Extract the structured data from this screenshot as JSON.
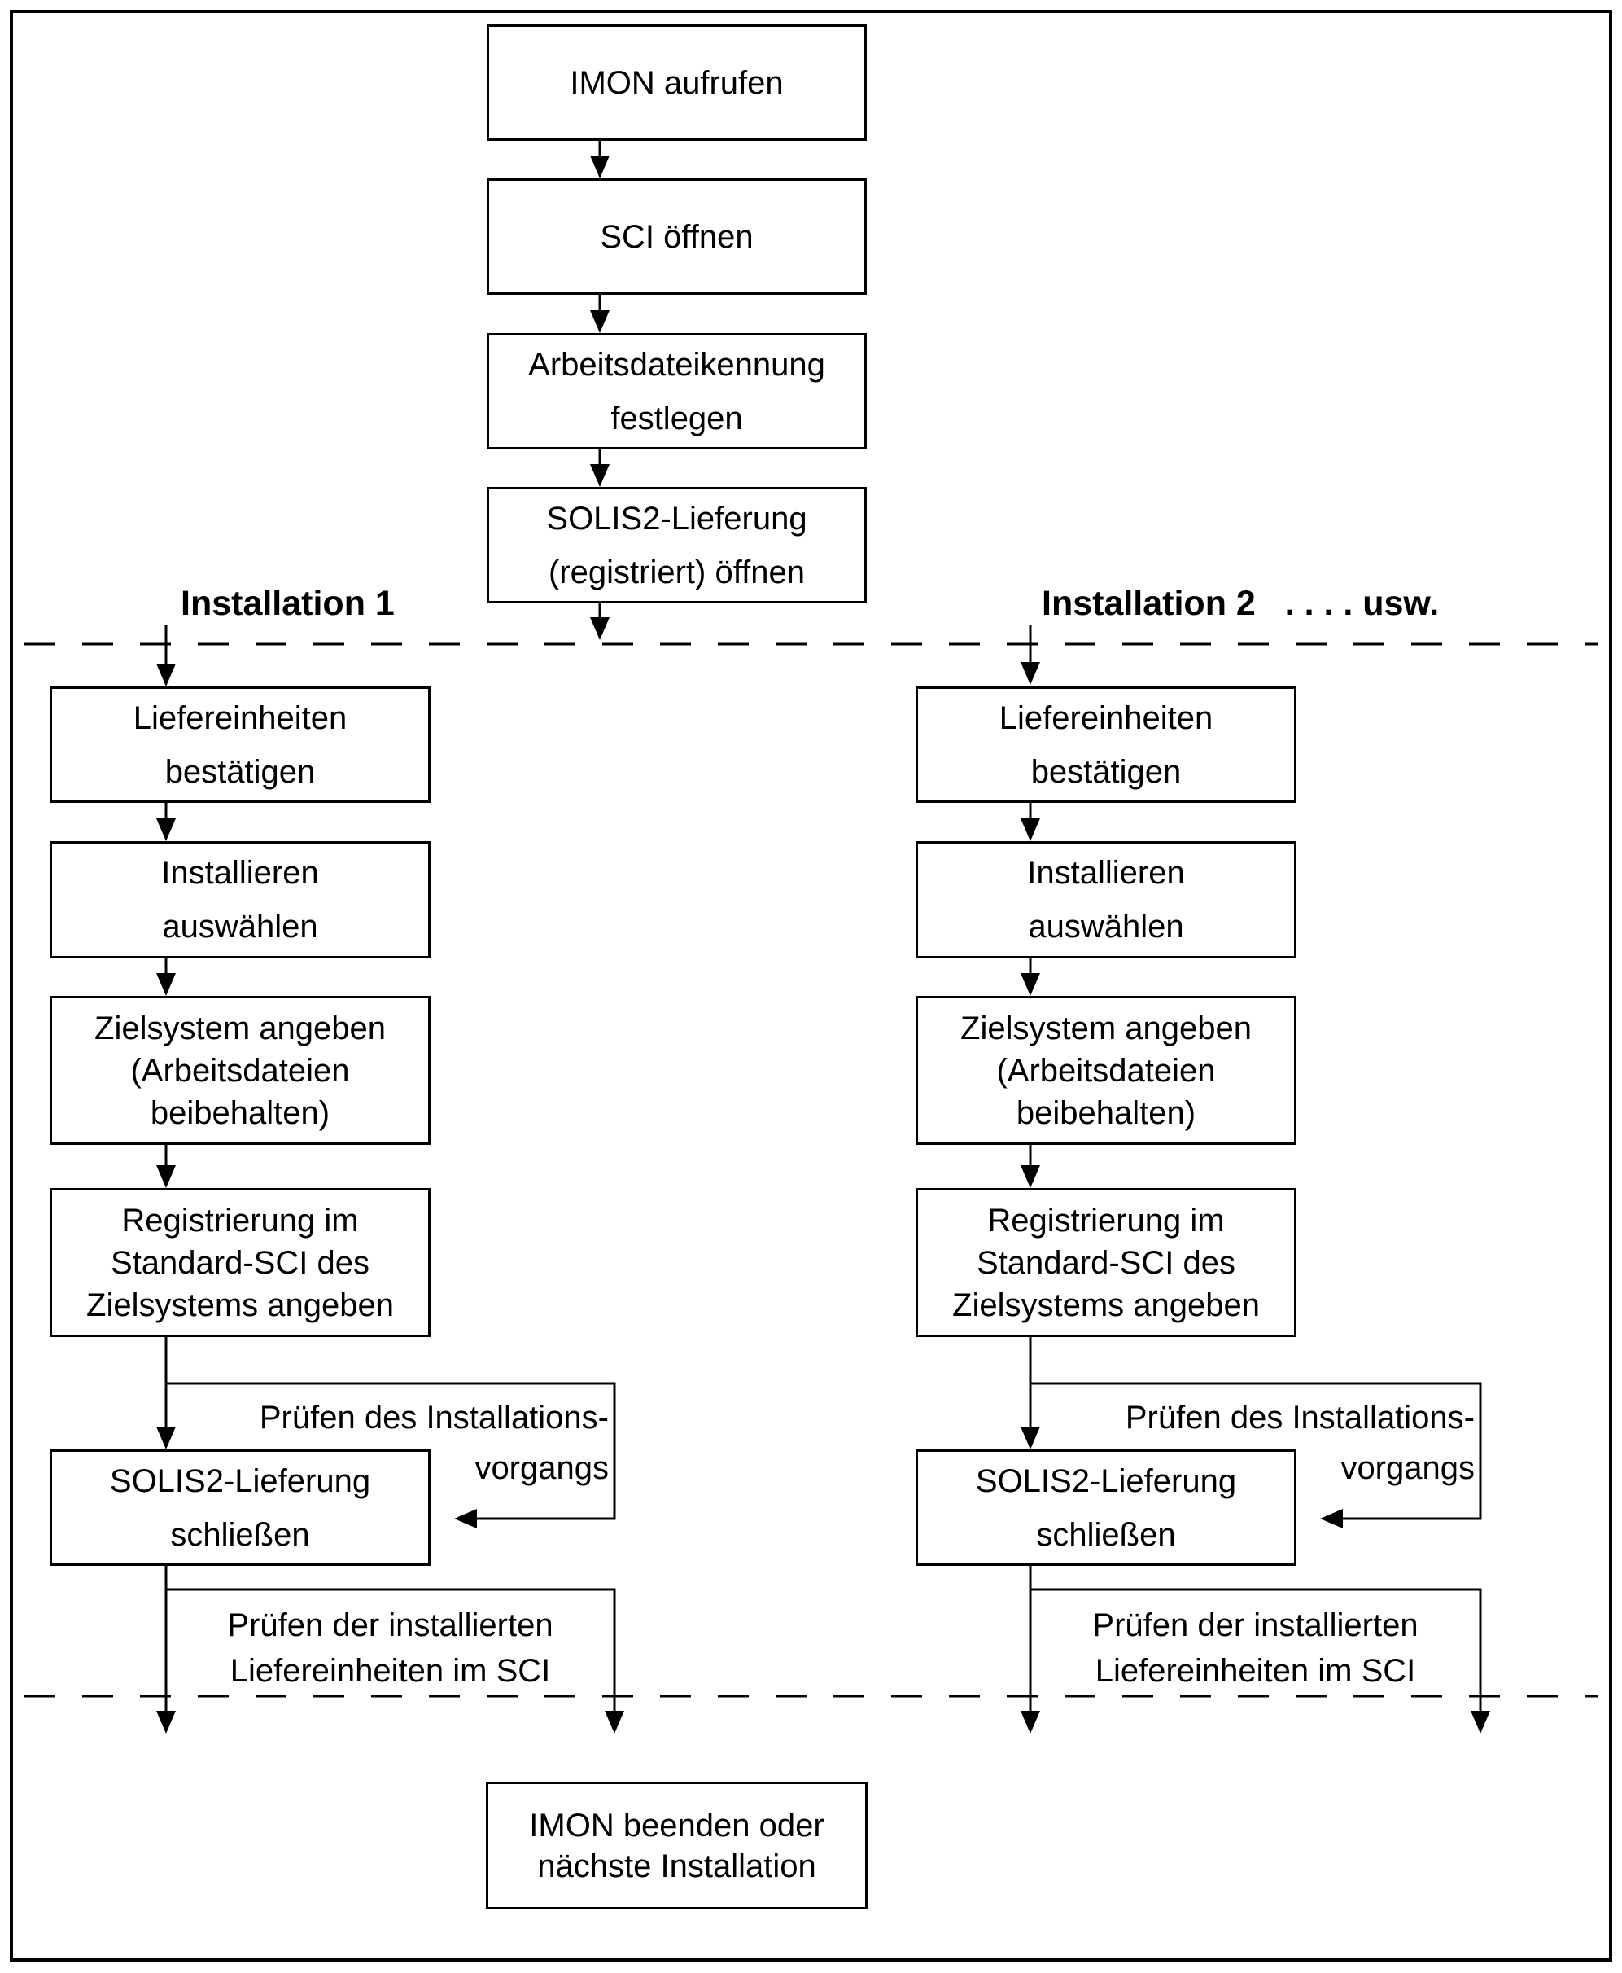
{
  "colors": {
    "line": "#000000",
    "background": "#ffffff"
  },
  "top_flow": {
    "box1": "IMON aufrufen",
    "box2": "SCI öffnen",
    "box3": "Arbeitsdateikennung\nfestlegen",
    "box4": "SOLIS2-Lieferung\n(registriert) öffnen"
  },
  "columns": [
    {
      "title": "Installation 1",
      "steps": [
        "Liefereinheiten\nbestätigen",
        "Installieren\nauswählen",
        "Zielsystem angeben\n(Arbeitsdateien\nbeibehalten)",
        "Registrierung im\nStandard-SCI des\nZielsystems angeben",
        "SOLIS2-Lieferung\nschließen"
      ],
      "annotations": [
        "Prüfen des Installations-\nvorgangs",
        "Prüfen der installierten\nLiefereinheiten im SCI"
      ]
    },
    {
      "title": "Installation 2   . . . . usw.",
      "steps": [
        "Liefereinheiten\nbestätigen",
        "Installieren\nauswählen",
        "Zielsystem angeben\n(Arbeitsdateien\nbeibehalten)",
        "Registrierung im\nStandard-SCI des\nZielsystems angeben",
        "SOLIS2-Lieferung\nschließen"
      ],
      "annotations": [
        "Prüfen des Installations-\nvorgangs",
        "Prüfen der installierten\nLiefereinheiten im SCI"
      ]
    }
  ],
  "bottom_flow": {
    "box": "IMON beenden oder\nnächste Installation"
  }
}
